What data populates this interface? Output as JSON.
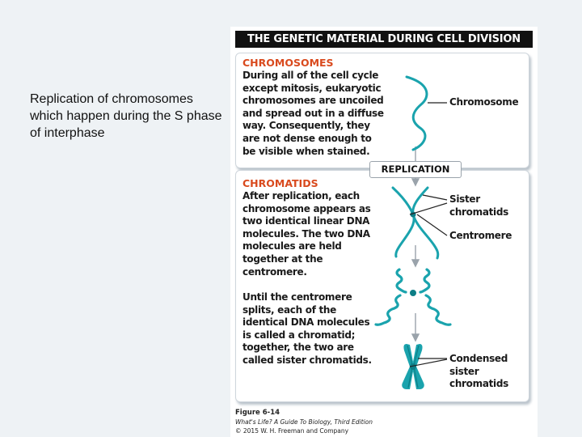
{
  "slide": {
    "caption": "Replication of chromosomes which happen during the S phase of interphase"
  },
  "figure": {
    "title": "THE GENETIC MATERIAL DURING CELL DIVISION",
    "chromosomes": {
      "heading": "CHROMOSOMES",
      "lines": [
        "During all of the cell cycle",
        "except mitosis, eukaryotic",
        "chromosomes are uncoiled",
        "and spread out in a diffuse",
        "way. Consequently, they",
        "are not dense enough to",
        "be visible when stained."
      ],
      "label": "Chromosome"
    },
    "replication_label": "REPLICATION",
    "chromatids": {
      "heading": "CHROMATIDS",
      "lines_a": [
        "After replication, each",
        "chromosome appears as",
        "two identical linear DNA",
        "molecules. The two DNA",
        "molecules are held",
        "together at the",
        "centromere."
      ],
      "lines_b": [
        "Until the centromere",
        "splits, each of the",
        "identical DNA molecules",
        "is called a chromatid;",
        "together, the two are",
        "called sister chromatids."
      ],
      "label_sister": [
        "Sister",
        "chromatids"
      ],
      "label_centromere": "Centromere",
      "label_condensed": [
        "Condensed",
        "sister",
        "chromatids"
      ]
    },
    "credit": {
      "figure_no": "Figure 6-14",
      "book": "What's Life? A Guide To Biology, Third Edition",
      "copyright": "© 2015 W. H. Freeman and Company"
    }
  },
  "colors": {
    "heading": "#d94a1e",
    "dna": "#1aa3ad",
    "dna_dark": "#0d7e86",
    "arrow": "#9aa3ab"
  }
}
